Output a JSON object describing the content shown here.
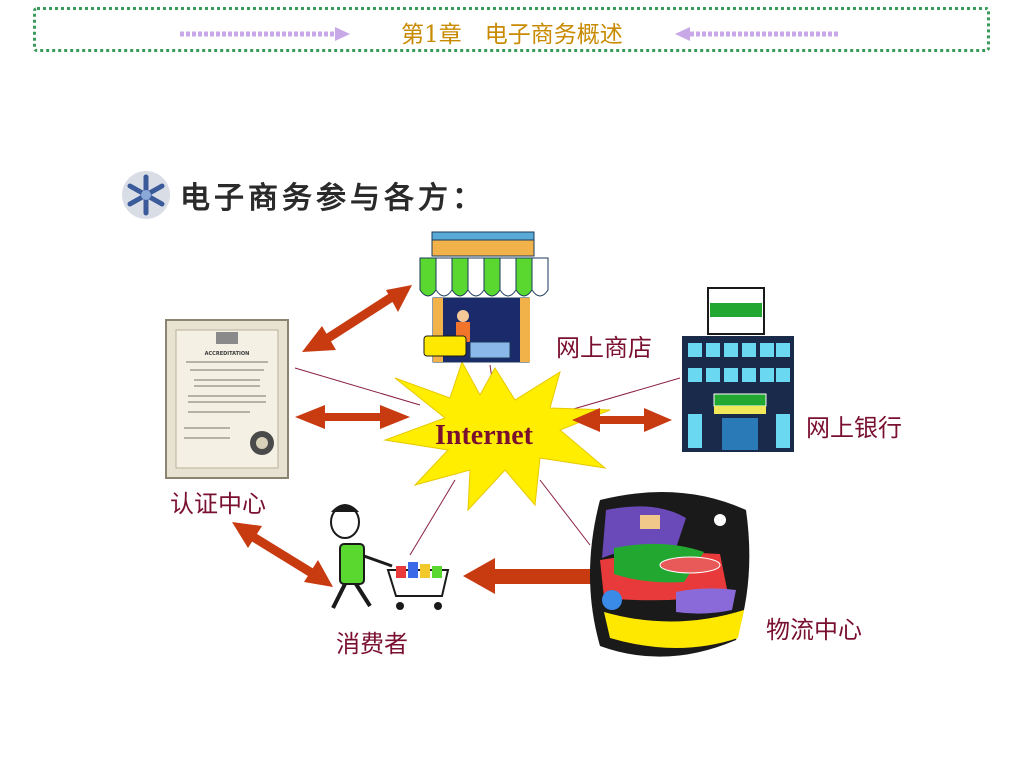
{
  "header": {
    "chapter_title": "第1章　电子商务概述"
  },
  "slide": {
    "heading": "电子商务参与各方：",
    "hub_label": "Internet",
    "nodes": {
      "online_store": "网上商店",
      "online_bank": "网上银行",
      "certification_center": "认证中心",
      "consumer": "消费者",
      "logistics_center": "物流中心"
    },
    "certificate_text": "ACCREDITATION"
  },
  "colors": {
    "arrow": "#c83a10",
    "label": "#7a1030",
    "burst": "#ffee00",
    "header_border": "#3a9a5a",
    "title": "#c88a00"
  }
}
